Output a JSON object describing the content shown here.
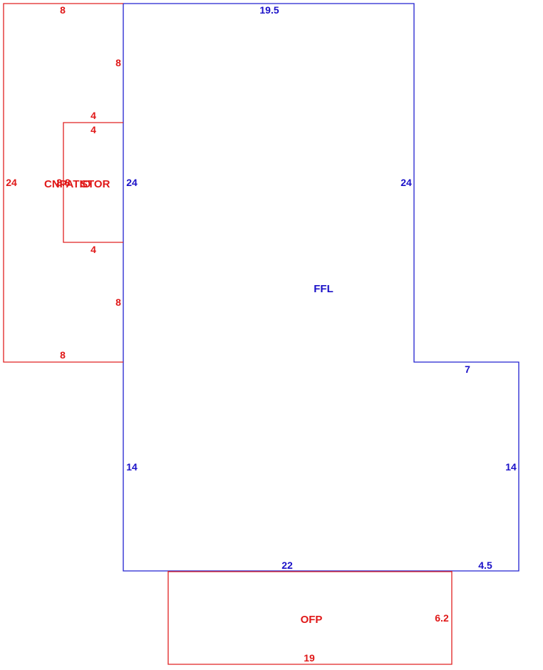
{
  "colors": {
    "main": "#1a10c8",
    "addition": "#e01818"
  },
  "main_area": {
    "name": "FFL",
    "dims": {
      "top": "19.5",
      "left_upper": "24",
      "right_upper": "24",
      "step": "7",
      "left_lower": "14",
      "right_lower": "14",
      "bottom": "22",
      "bottom_right": "4.5"
    }
  },
  "enclosed_area": {
    "name": "CNPATIO",
    "dims": {
      "top": "8",
      "left": "24",
      "right_upper": "8",
      "right_lower": "8",
      "bottom": "8"
    }
  },
  "storage_area": {
    "name": "STOR",
    "overlap_text": "8.8",
    "dims": {
      "top_outer": "4",
      "top_inner": "4",
      "bottom": "4"
    }
  },
  "porch_area": {
    "name": "OFP",
    "dims": {
      "right": "6.2",
      "bottom": "19"
    }
  }
}
